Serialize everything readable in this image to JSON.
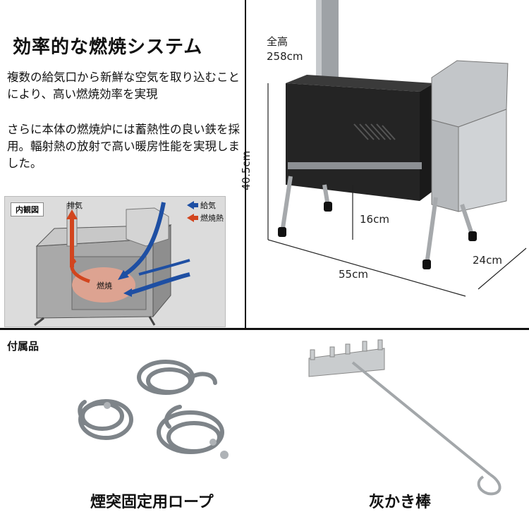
{
  "title": "効率的な燃焼システム",
  "paragraph1": "複数の給気口から新鮮な空気を取り込むことにより、高い燃焼効率を実現",
  "paragraph2": "さらに本体の燃焼炉には蓄熱性の良い鉄を採用。輻射熱の放射で高い暖房性能を実現しました。",
  "diagram": {
    "label": "内観図",
    "exhaust": "排気",
    "legend_air": "給気",
    "legend_heat": "燃焼熱",
    "burn": "燃焼"
  },
  "dimensions": {
    "total_height_label": "全高",
    "total_height": "258cm",
    "body_height": "40.5cm",
    "leg_height": "16cm",
    "width": "55cm",
    "depth": "24cm"
  },
  "accessories": {
    "title": "付属品",
    "rope_caption": "煙突固定用ロープ",
    "poker_caption": "灰かき棒"
  },
  "colors": {
    "air_arrow": "#1e4fa3",
    "heat_arrow": "#d2451e",
    "stove_body": "#2a2a2a",
    "steel": "#b8bcc0"
  }
}
